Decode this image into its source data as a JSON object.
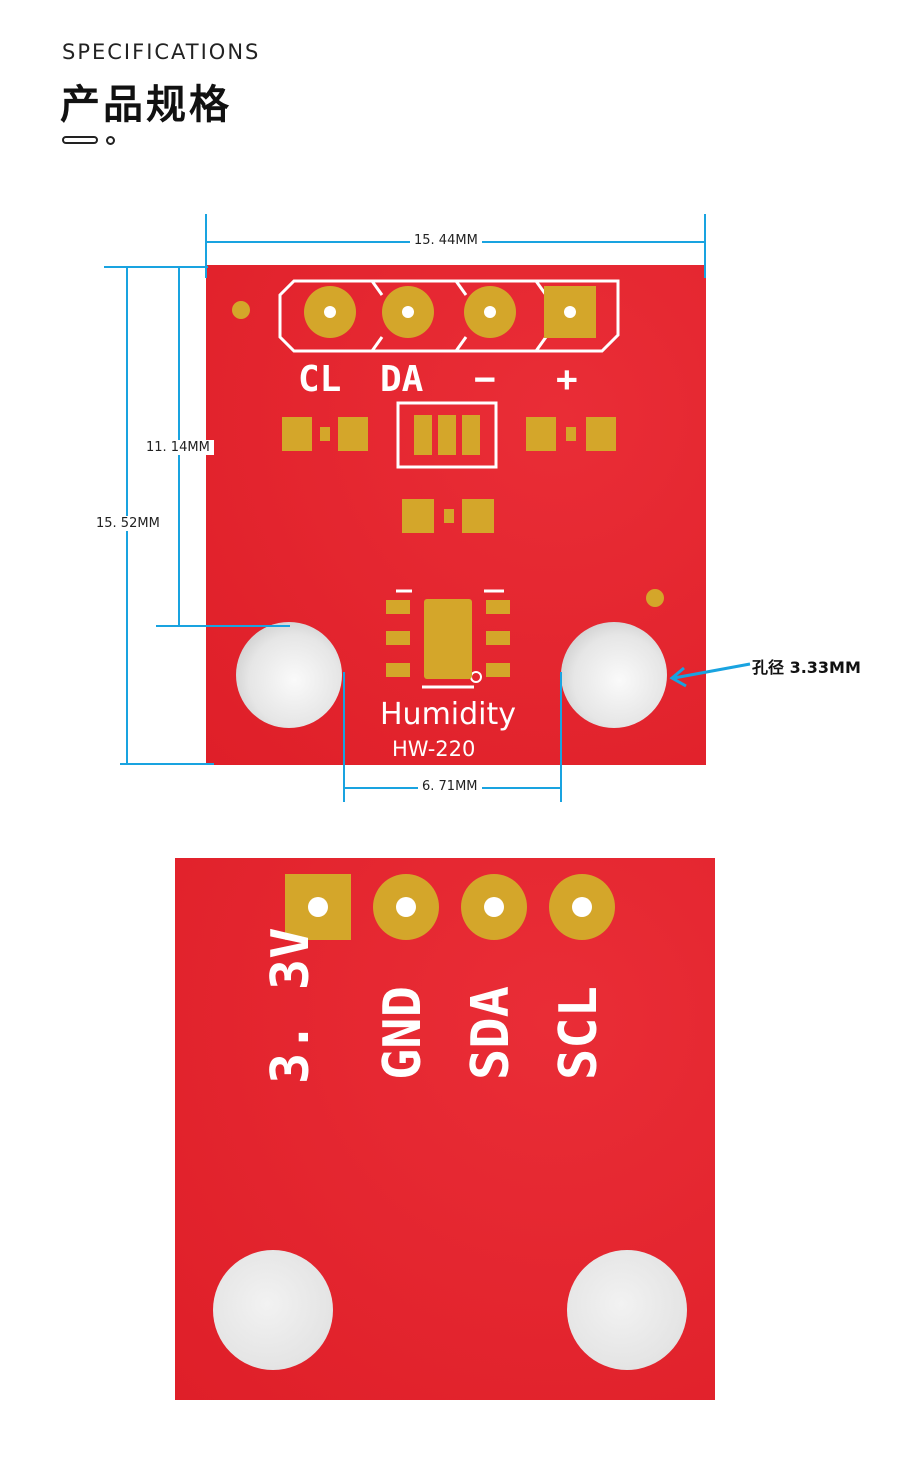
{
  "header": {
    "title_en": "SPECIFICATIONS",
    "title_cn": "产品规格"
  },
  "front_board": {
    "pin_labels": [
      "CL",
      "DA",
      "−",
      "+"
    ],
    "product_name": "Humidity",
    "model": "HW-220",
    "dimensions": {
      "width": "15. 44MM",
      "height_total": "15. 52MM",
      "hole_offset": "11. 14MM",
      "hole_spacing": "6. 71MM",
      "hole_diameter": "孔径 3.33MM"
    }
  },
  "back_board": {
    "pin_labels": [
      "3. 3V",
      "GND",
      "SDA",
      "SCL"
    ]
  },
  "colors": {
    "pcb": "#e8202a",
    "pad": "#d4a62a",
    "dimension": "#19a3e0"
  }
}
